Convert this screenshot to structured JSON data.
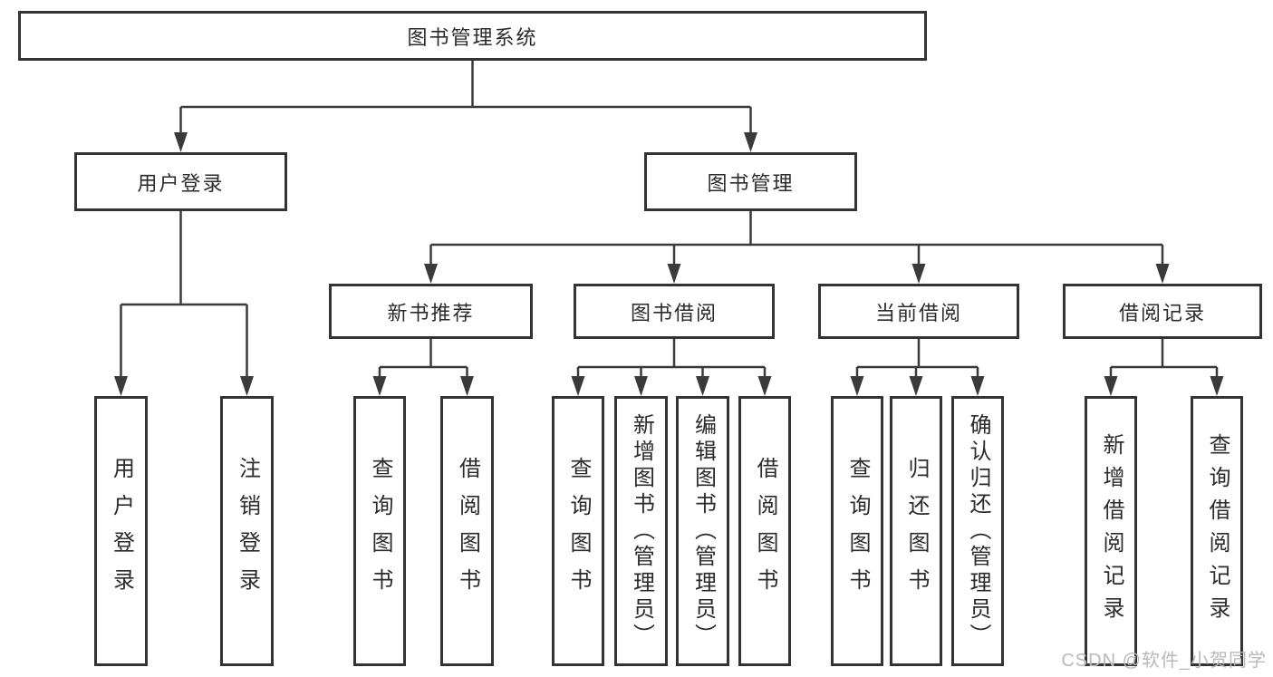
{
  "tree": {
    "root": {
      "label": "图书管理系统"
    },
    "branches": [
      {
        "label": "用户登录",
        "children": [
          {
            "label": "用户登录"
          },
          {
            "label": "注销登录"
          }
        ]
      },
      {
        "label": "图书管理",
        "children": [
          {
            "label": "新书推荐",
            "children": [
              {
                "label": "查询图书"
              },
              {
                "label": "借阅图书"
              }
            ]
          },
          {
            "label": "图书借阅",
            "children": [
              {
                "label": "查询图书"
              },
              {
                "label": "新增图书（管理员）"
              },
              {
                "label": "编辑图书（管理员）"
              },
              {
                "label": "借阅图书"
              }
            ]
          },
          {
            "label": "当前借阅",
            "children": [
              {
                "label": "查询图书"
              },
              {
                "label": "归还图书"
              },
              {
                "label": "确认归还（管理员）"
              }
            ]
          },
          {
            "label": "借阅记录",
            "children": [
              {
                "label": "新增借阅记录"
              },
              {
                "label": "查询借阅记录"
              }
            ]
          }
        ]
      }
    ]
  },
  "watermark": {
    "text": "CSDN @软件_小贺同学",
    "color": "#b9b9b9"
  },
  "colors": {
    "border": "#333333",
    "line": "#3a3a3a",
    "text": "#2b2b2b",
    "background": "#ffffff"
  }
}
